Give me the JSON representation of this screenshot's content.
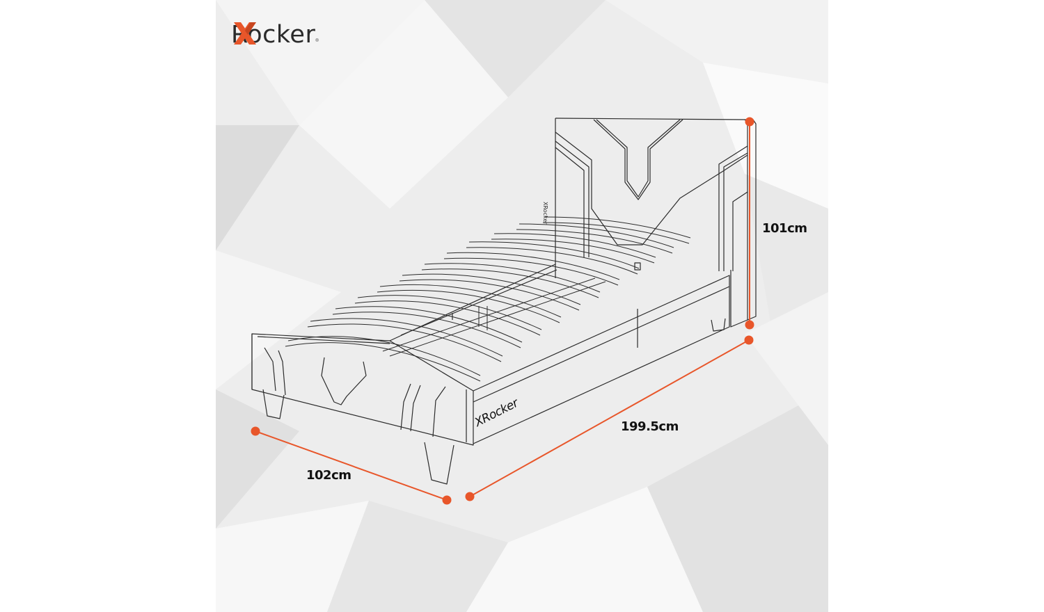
{
  "brand": {
    "logo_mark": "X",
    "logo_text": "Rocker",
    "trademark": "®",
    "accent_color": "#e8562a"
  },
  "product": {
    "type": "single-bed-frame",
    "headboard_branding": "XRocker",
    "footboard_branding": "XRocker"
  },
  "dimensions": {
    "height": "101cm",
    "length": "199.5cm",
    "width": "102cm"
  },
  "colors": {
    "background": "#ededed",
    "line_art": "#2b2b2b",
    "dimension_line": "#e8562a",
    "label_text": "#111111"
  }
}
